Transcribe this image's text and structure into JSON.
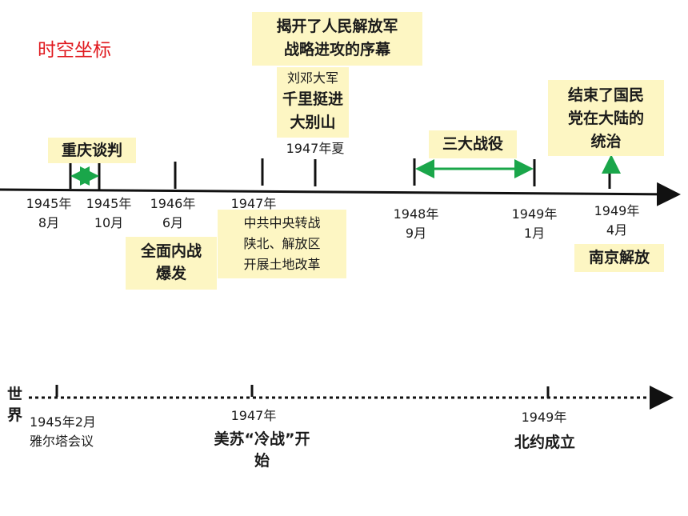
{
  "header": {
    "title": "时空坐标"
  },
  "china_timeline": {
    "dates": [
      {
        "id": "d1945_8",
        "year": "1945年",
        "month": "8月"
      },
      {
        "id": "d1945_10",
        "year": "1945年",
        "month": "10月"
      },
      {
        "id": "d1946_6",
        "year": "1946年",
        "month": "6月"
      },
      {
        "id": "d1947",
        "year": "1947年"
      },
      {
        "id": "d1947_summer",
        "text": "1947年夏"
      },
      {
        "id": "d1948_9",
        "year": "1948年",
        "month": "9月"
      },
      {
        "id": "d1949_1",
        "year": "1949年",
        "month": "1月"
      },
      {
        "id": "d1949_4",
        "year": "1949年",
        "month": "4月"
      }
    ],
    "events": {
      "chongqing": "重庆谈判",
      "civil_war": [
        "全面内战",
        "爆发"
      ],
      "offensive": [
        "揭开了人民解放军",
        "战略进攻的序幕"
      ],
      "liu_deng": [
        "刘邓大军",
        "千里挺进",
        "大别山"
      ],
      "shaanbei": [
        "中共中央转战",
        "陕北、解放区",
        "开展土地改革"
      ],
      "three_campaigns": "三大战役",
      "end_rule": [
        "结束了国民",
        "党在大陆的",
        "统治"
      ],
      "nanjing": "南京解放"
    }
  },
  "world_timeline": {
    "label": [
      "世",
      "界"
    ],
    "yalta": [
      "1945年2月",
      "雅尔塔会议"
    ],
    "cold_war_year": "1947年",
    "cold_war_text": [
      "美苏“冷战”开",
      "始"
    ],
    "nato_year": "1949年",
    "nato_text": "北约成立"
  },
  "colors": {
    "title": "#e0191e",
    "box": "#fdf6c3",
    "arrow": "#1aa64a",
    "axis": "#111111"
  }
}
